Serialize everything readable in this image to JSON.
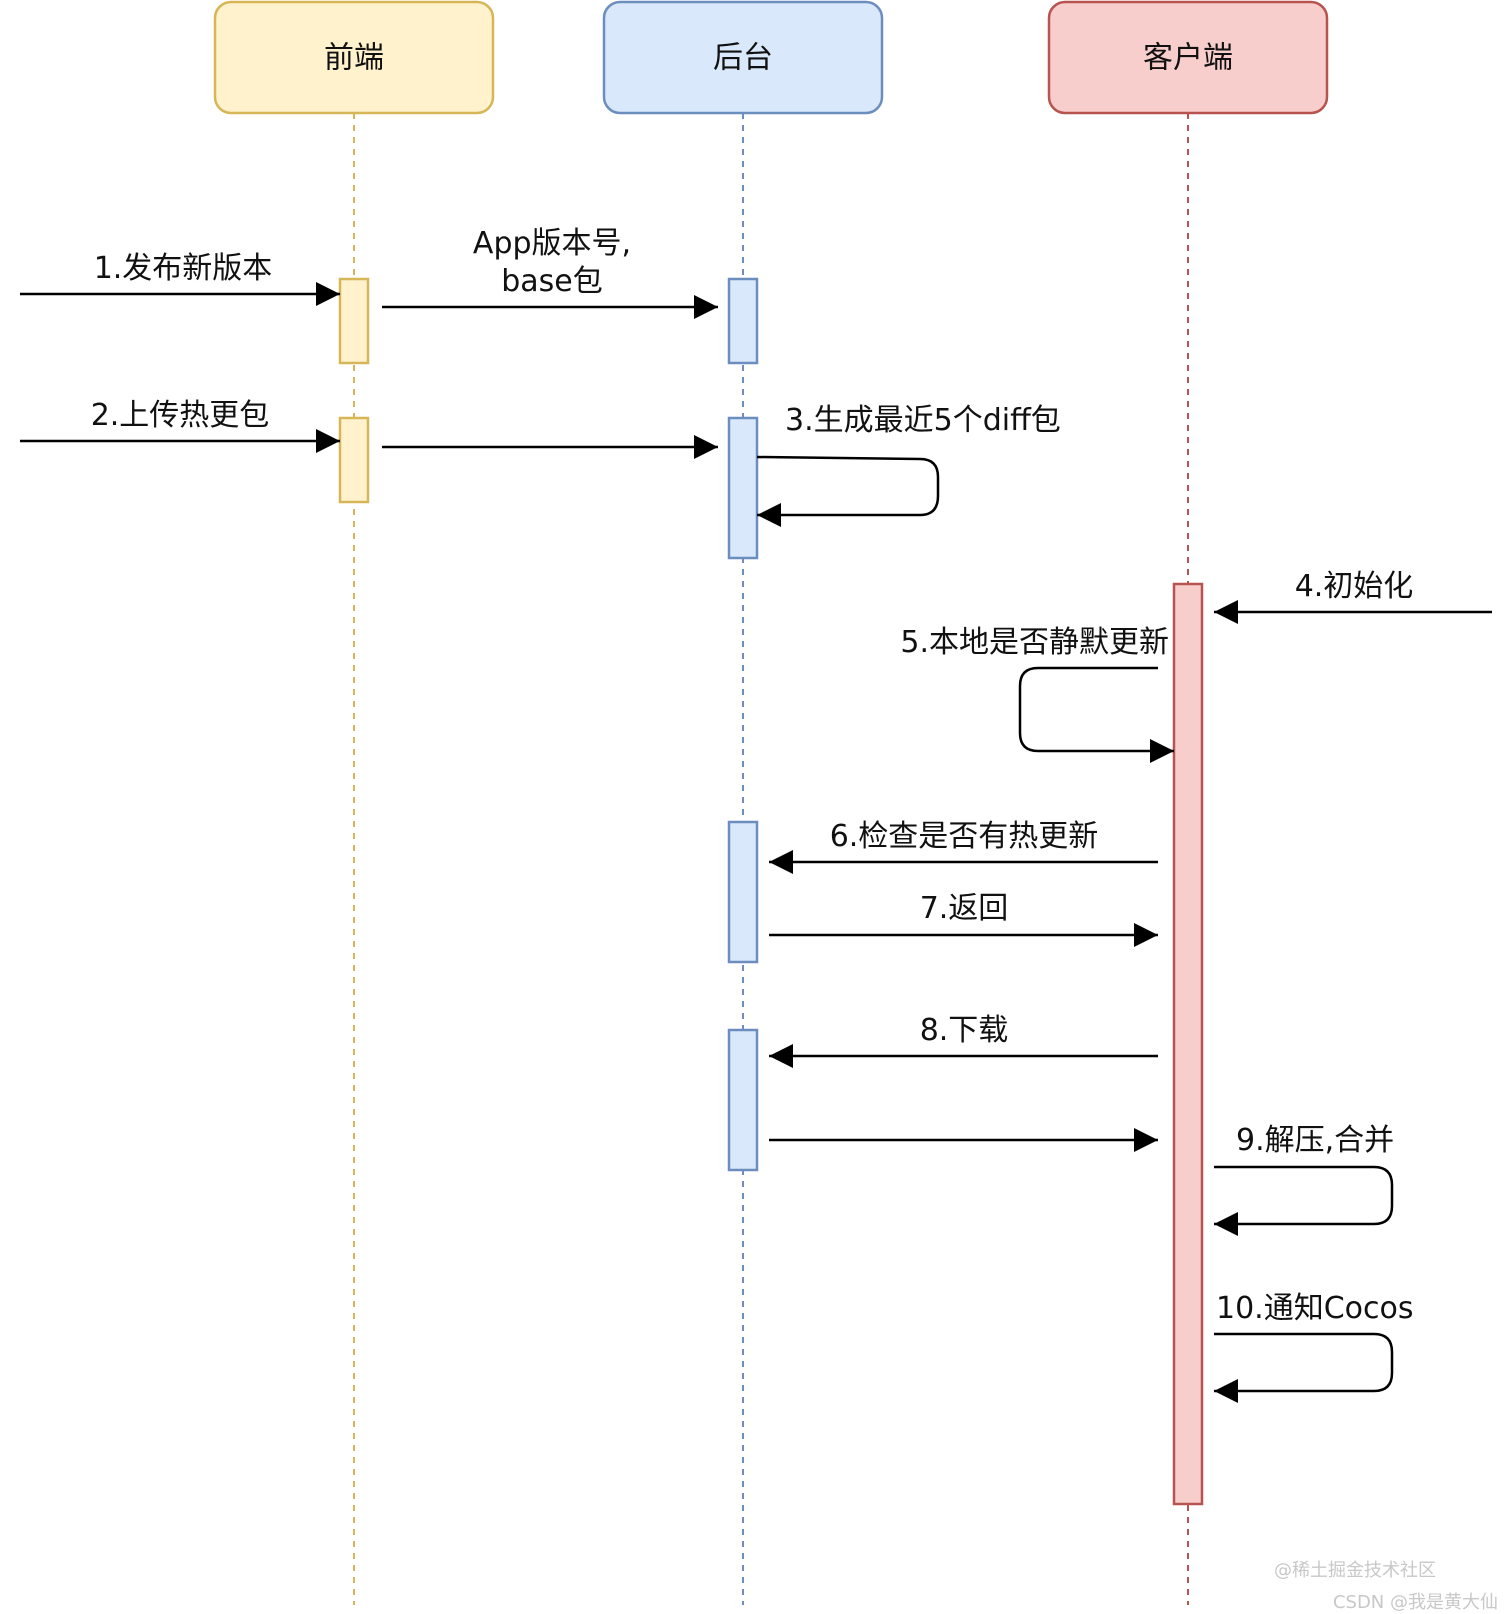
{
  "participants": [
    {
      "id": "frontend",
      "label": "前端",
      "fill": "#fff2cc",
      "stroke": "#d6b656"
    },
    {
      "id": "backend",
      "label": "后台",
      "fill": "#dae8fc",
      "stroke": "#6c8ebf"
    },
    {
      "id": "client",
      "label": "客户端",
      "fill": "#f8cecc",
      "stroke": "#b85450"
    }
  ],
  "messages": {
    "m1": "1.发布新版本",
    "m1b_line1": "App版本号,",
    "m1b_line2": "base包",
    "m2": "2.上传热更包",
    "m3": "3.生成最近5个diff包",
    "m4": "4.初始化",
    "m5": "5.本地是否静默更新",
    "m6": "6.检查是否有热更新",
    "m7": "7.返回",
    "m8": "8.下载",
    "m9": "9.解压,合并",
    "m10": "10.通知Cocos"
  },
  "watermark": {
    "line1": "@稀土掘金技术社区",
    "line2": "CSDN @我是黄大仙"
  }
}
